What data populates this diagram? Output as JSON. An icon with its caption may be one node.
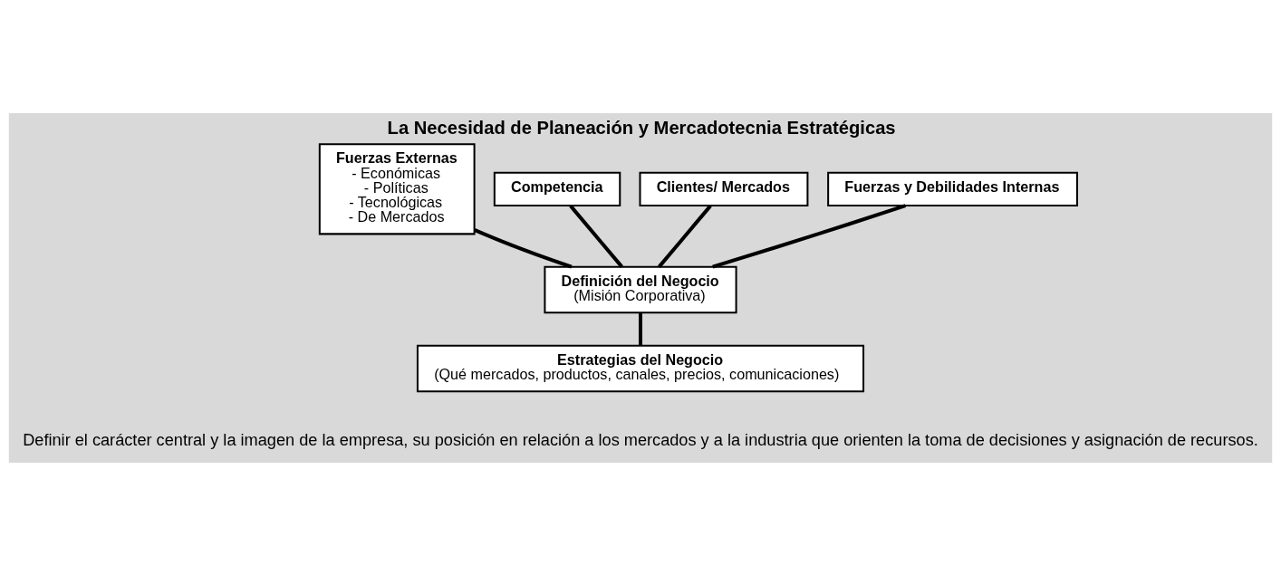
{
  "diagram": {
    "title": "La Necesidad de Planeación y Mercadotecnia Estratégicas",
    "nodes": [
      {
        "text": [
          "Fuerzas Externas",
          "- Económicas",
          "- Políticas",
          "- Tecnológicas",
          "- De Mercados"
        ]
      },
      {
        "text": [
          "Competencia"
        ]
      },
      {
        "text": [
          "Clientes/ Mercados"
        ]
      },
      {
        "text": [
          "Fuerzas y Debilidades Internas"
        ]
      },
      {
        "text": [
          "Definición del Negocio",
          "(Misión Corporativa)"
        ]
      },
      {
        "text": [
          "Estrategias del Negocio",
          "(Qué mercados, productos, canales, precios, comunicaciones)"
        ]
      }
    ],
    "edges": [
      {
        "from": 0,
        "to": 4,
        "arrow": "none"
      },
      {
        "from": 1,
        "to": 4,
        "arrow": "none"
      },
      {
        "from": 2,
        "to": 4,
        "arrow": "none"
      },
      {
        "from": 3,
        "to": 4,
        "arrow": "none"
      },
      {
        "from": 4,
        "to": 5,
        "arrow": "none"
      }
    ],
    "labels": [
      "Definir el carácter central y la imagen de la empresa, su posición en relación a los mercados y a la industria que orienten la toma de decisiones y asignación de recursos."
    ]
  }
}
